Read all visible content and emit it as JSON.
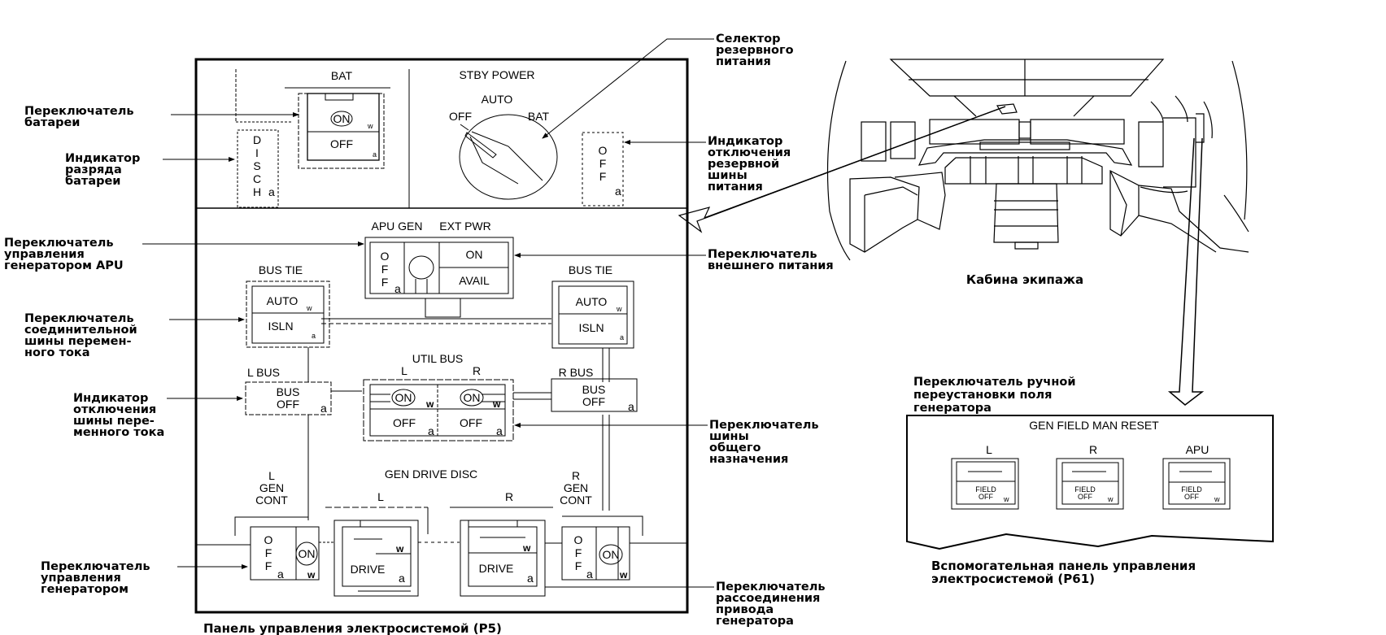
{
  "p5_panel": {
    "caption": "Панель управления электросистемой (P5)",
    "bat": {
      "title": "BAT",
      "on": "ON",
      "off": "OFF",
      "on_suffix": "w",
      "off_suffix": "a"
    },
    "disch": {
      "letters": [
        "D",
        "I",
        "S",
        "C",
        "H"
      ],
      "suffix": "a"
    },
    "stby_power": {
      "title": "STBY POWER",
      "auto": "AUTO",
      "off": "OFF",
      "bat": "BAT"
    },
    "stby_off": {
      "letters": [
        "O",
        "F",
        "F"
      ],
      "suffix": "a"
    },
    "apu_gen_title": "APU GEN",
    "ext_pwr_title": "EXT PWR",
    "apu_gen": {
      "letters": [
        "O",
        "F",
        "F"
      ],
      "suffix": "a"
    },
    "ext_pwr": {
      "on": "ON",
      "avail": "AVAIL"
    },
    "bus_tie_left": {
      "title": "BUS TIE",
      "auto": "AUTO",
      "auto_suffix": "w",
      "isln": "ISLN",
      "isln_suffix": "a"
    },
    "bus_tie_right": {
      "title": "BUS TIE",
      "auto": "AUTO",
      "auto_suffix": "w",
      "isln": "ISLN",
      "isln_suffix": "a"
    },
    "l_bus": {
      "title": "L BUS",
      "line1": "BUS",
      "line2": "OFF",
      "suffix": "a"
    },
    "r_bus": {
      "title": "R BUS",
      "line1": "BUS",
      "line2": "OFF",
      "suffix": "a"
    },
    "util_bus": {
      "title": "UTIL BUS",
      "left": "L",
      "right": "R",
      "on": "ON",
      "off": "OFF",
      "on_suffix": "w",
      "off_suffix": "a"
    },
    "gen_drive_disc": {
      "title": "GEN DRIVE DISC",
      "left": "L",
      "right": "R",
      "label": "DRIVE",
      "top_suffix": "w",
      "suffix": "a"
    },
    "l_gen_cont": {
      "title_lines": [
        "L",
        "GEN",
        "CONT"
      ],
      "letters": [
        "O",
        "F",
        "F"
      ],
      "off_suffix": "a",
      "on": "ON",
      "on_suffix": "w"
    },
    "r_gen_cont": {
      "title_lines": [
        "R",
        "GEN",
        "CONT"
      ],
      "letters": [
        "O",
        "F",
        "F"
      ],
      "off_suffix": "a",
      "on": "ON",
      "on_suffix": "w"
    }
  },
  "callouts": {
    "bat_switch": [
      "Переключатель",
      "батареи"
    ],
    "bat_disch": [
      "Индикатор",
      "разряда",
      "батареи"
    ],
    "stby_selector": [
      "Селектор",
      "резервного",
      "питания"
    ],
    "stby_off_light": [
      "Индикатор",
      "отключения",
      "резервной",
      "шины",
      "питания"
    ],
    "apu_gen_switch": [
      "Переключатель",
      "управления",
      "генератором APU"
    ],
    "ext_pwr_switch": [
      "Переключатель",
      "внешнего питания"
    ],
    "bus_tie_switch": [
      "Переключатель",
      "соединительной",
      "шины перемен-",
      "ного тока"
    ],
    "bus_off_light": [
      "Индикатор",
      "отключения",
      "шины пере-",
      "менного тока"
    ],
    "util_bus_switch": [
      "Переключатель",
      "шины",
      "общего",
      "назначения"
    ],
    "gen_cont_switch": [
      "Переключатель",
      "управления",
      "генератором"
    ],
    "drive_disc_switch": [
      "Переключатель",
      "рассоединения",
      "привода",
      "генератора"
    ],
    "field_reset_switch": [
      "Переключатель ручной",
      "переустановки поля",
      "генератора"
    ]
  },
  "cockpit": {
    "caption": "Кабина экипажа"
  },
  "p61_panel": {
    "caption_lines": [
      "Вспомогательная панель управления",
      "электросистемой (P61)"
    ],
    "title": "GEN FIELD MAN RESET",
    "switches": [
      {
        "label": "L",
        "line1": "FIELD",
        "line2": "OFF",
        "suffix": "w"
      },
      {
        "label": "R",
        "line1": "FIELD",
        "line2": "OFF",
        "suffix": "w"
      },
      {
        "label": "APU",
        "line1": "FIELD",
        "line2": "OFF",
        "suffix": "w"
      }
    ]
  }
}
